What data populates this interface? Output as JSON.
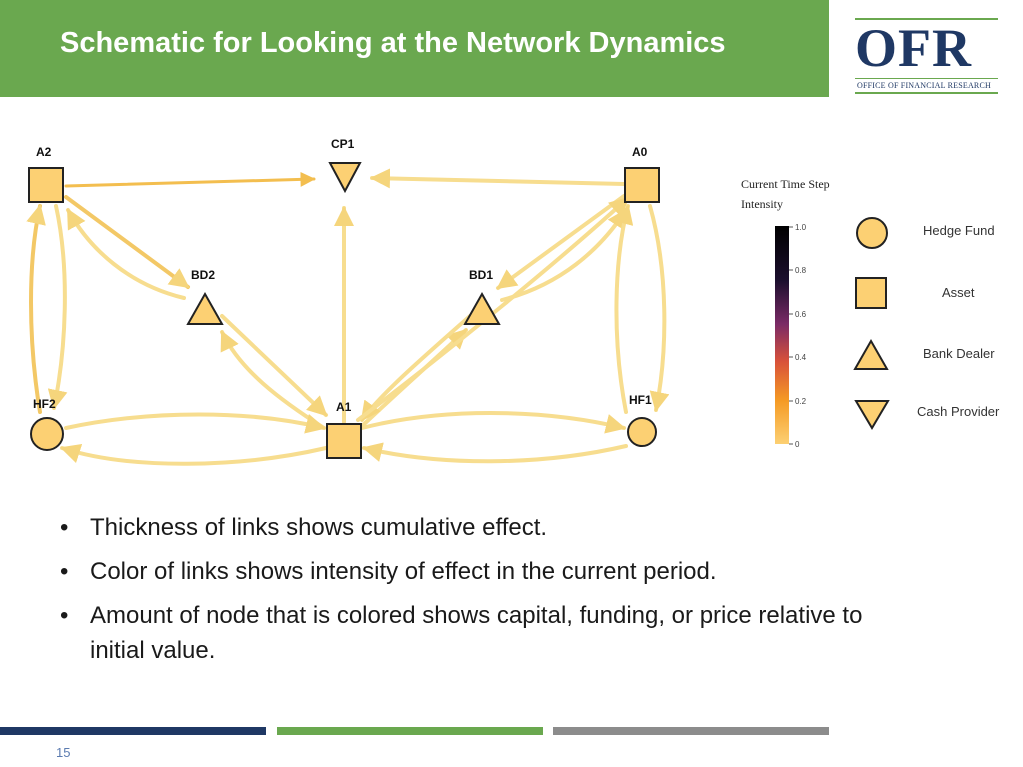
{
  "header": {
    "title": "Schematic for Looking at the Network Dynamics",
    "bg_color": "#6aa84f"
  },
  "logo": {
    "text": "OFR",
    "subtitle": "OFFICE OF FINANCIAL RESEARCH",
    "color": "#1f3864"
  },
  "diagram": {
    "nodes": [
      {
        "id": "A2",
        "label": "A2",
        "type": "Asset"
      },
      {
        "id": "CP1",
        "label": "CP1",
        "type": "Cash Provider"
      },
      {
        "id": "A0",
        "label": "A0",
        "type": "Asset"
      },
      {
        "id": "BD2",
        "label": "BD2",
        "type": "Bank Dealer"
      },
      {
        "id": "BD1",
        "label": "BD1",
        "type": "Bank Dealer"
      },
      {
        "id": "HF2",
        "label": "HF2",
        "type": "Hedge Fund"
      },
      {
        "id": "A1",
        "label": "A1",
        "type": "Asset"
      },
      {
        "id": "HF1",
        "label": "HF1",
        "type": "Hedge Fund"
      }
    ],
    "node_fill": "#fcd073",
    "link_color": "#f7dd8f"
  },
  "legend": {
    "title_line1": "Current Time Step",
    "title_line2": "Intensity",
    "ticks": [
      "1.0",
      "0.8",
      "0.6",
      "0.4",
      "0.2",
      "0"
    ],
    "items": [
      {
        "label": "Hedge Fund",
        "shape": "circle"
      },
      {
        "label": "Asset",
        "shape": "square"
      },
      {
        "label": "Bank Dealer",
        "shape": "triangle-up"
      },
      {
        "label": "Cash Provider",
        "shape": "triangle-down"
      }
    ]
  },
  "bullets": [
    "Thickness of links shows cumulative effect.",
    "Color of links shows intensity of effect in the current period.",
    "Amount of node that is colored shows capital, funding, or price relative to initial value."
  ],
  "footer": {
    "page_number": "15",
    "bar_colors": [
      "#1f3864",
      "#6aa84f",
      "#8c8c8c"
    ]
  }
}
